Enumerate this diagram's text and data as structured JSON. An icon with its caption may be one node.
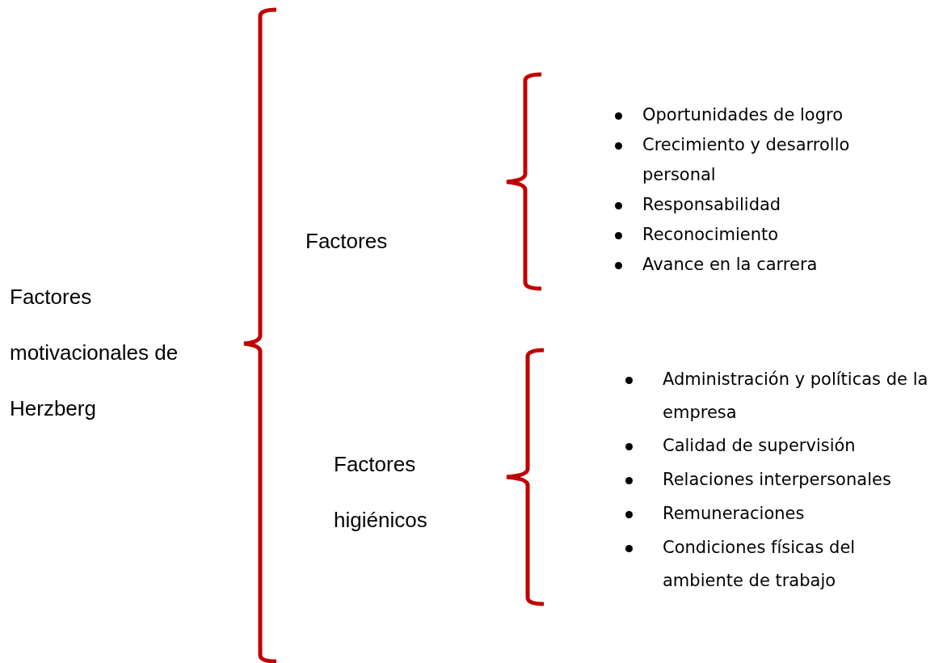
{
  "diagram": {
    "labels": [
      "Factores motivacionales de Herzberg",
      "Factores",
      "Oportunidades de logro",
      "Crecimiento y desarrollo personal",
      "Responsabilidad",
      "Reconocimiento",
      "Avance en la carrera",
      "Factores higiénicos",
      "Administración y políticas de la empresa",
      "Calidad de supervisión",
      "Relaciones interpersonales",
      "Remuneraciones",
      "Condiciones físicas del ambiente de trabajo"
    ]
  }
}
